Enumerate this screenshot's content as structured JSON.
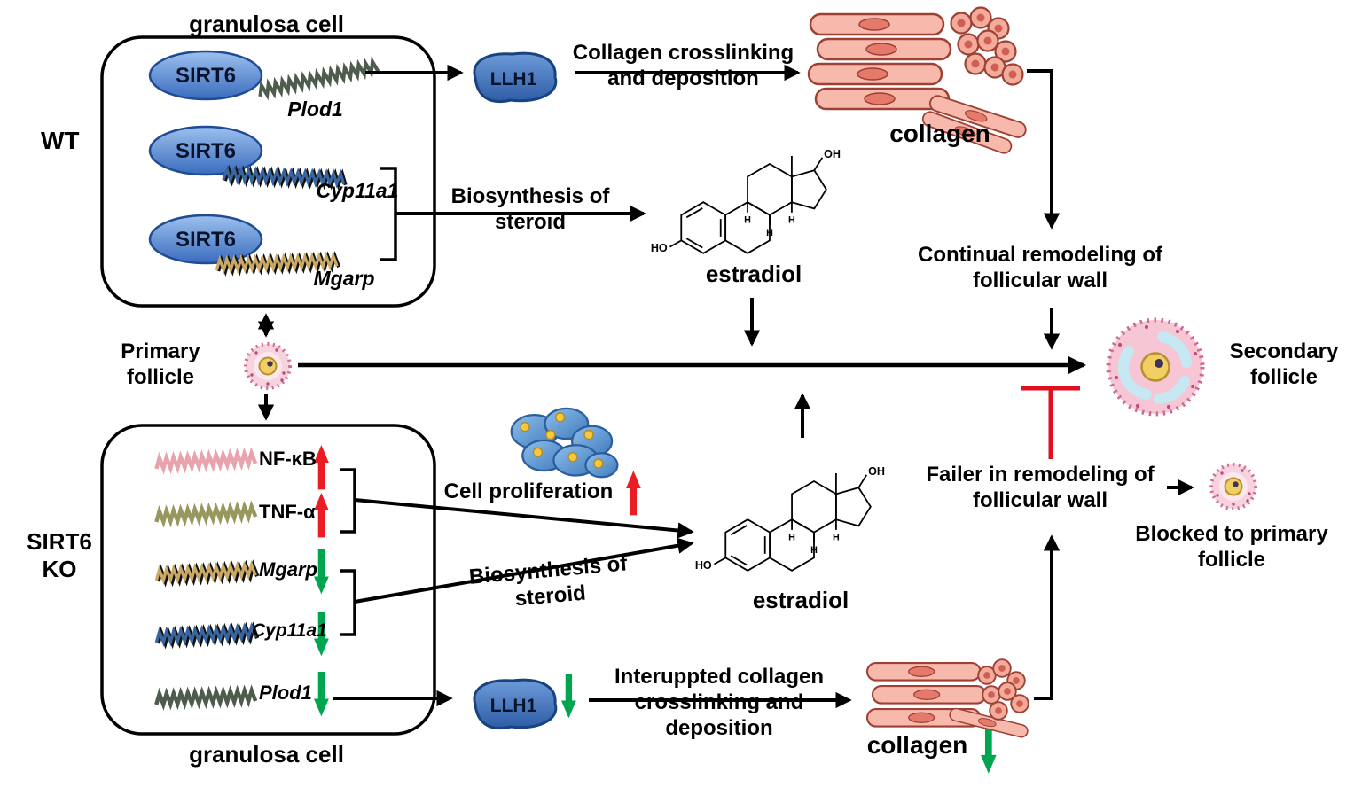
{
  "chem": {
    "ho": "HO",
    "oh": "OH",
    "h": "H"
  },
  "wt": {
    "region_label": "WT",
    "cell_label": "granulosa cell",
    "sirt6": "SIRT6",
    "genes": {
      "plod1": "Plod1",
      "cyp11a1": "Cyp11a1",
      "mgarp": "Mgarp"
    },
    "llh1": "LLH1",
    "collagen_process": "Collagen crosslinking and deposition",
    "collagen": "collagen",
    "remodeling": "Continual remodeling of follicular wall",
    "biosynthesis": "Biosynthesis of steroid",
    "estradiol": "estradiol"
  },
  "ko": {
    "region_label": "SIRT6 KO",
    "cell_label": "granulosa cell",
    "genes": {
      "nfkb": "NF-κB",
      "tnfa": "TNF-α",
      "mgarp": "Mgarp",
      "cyp11a1": "Cyp11a1",
      "plod1": "Plod1"
    },
    "cell_proliferation": "Cell proliferation",
    "biosynthesis": "Biosynthesis of steroid",
    "estradiol": "estradiol",
    "llh1": "LLH1",
    "collagen_process": "Interuppted collagen crosslinking and deposition",
    "collagen": "collagen",
    "remodeling": "Failer in remodeling of follicular wall",
    "blocked": "Blocked to primary follicle"
  },
  "follicles": {
    "primary": "Primary follicle",
    "secondary": "Secondary follicle"
  },
  "colors": {
    "up_arrow": "#ec1c24",
    "down_arrow": "#00a550",
    "inhibition": "#e01020",
    "sirt6_oval": "#3a6cbe",
    "llh1_blob": "#2e5da8"
  }
}
